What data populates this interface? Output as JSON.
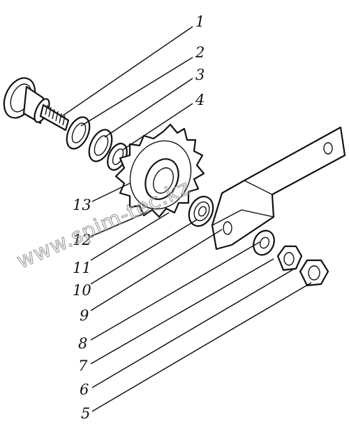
{
  "callouts": [
    {
      "id": "c1",
      "label": "1"
    },
    {
      "id": "c2",
      "label": "2"
    },
    {
      "id": "c3",
      "label": "3"
    },
    {
      "id": "c4",
      "label": "4"
    },
    {
      "id": "c13",
      "label": "13"
    },
    {
      "id": "c12",
      "label": "12"
    },
    {
      "id": "c11",
      "label": "11"
    },
    {
      "id": "c10",
      "label": "10"
    },
    {
      "id": "c9",
      "label": "9"
    },
    {
      "id": "c8",
      "label": "8"
    },
    {
      "id": "c7",
      "label": "7"
    },
    {
      "id": "c6",
      "label": "6"
    },
    {
      "id": "c5",
      "label": "5"
    }
  ],
  "watermark": "www.spim-tec.kz"
}
